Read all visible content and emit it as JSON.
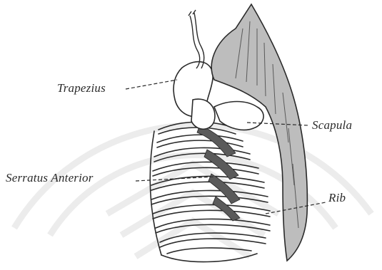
{
  "labels": {
    "trapezius": "Trapezius",
    "scapula": "Scapula",
    "serratus_anterior": "Serratus Anterior",
    "rib": "Rib"
  },
  "colors": {
    "ink": "#2a2a2a",
    "shade": "#5a5a5a",
    "watermark": "#ececec",
    "background": "#ffffff"
  }
}
